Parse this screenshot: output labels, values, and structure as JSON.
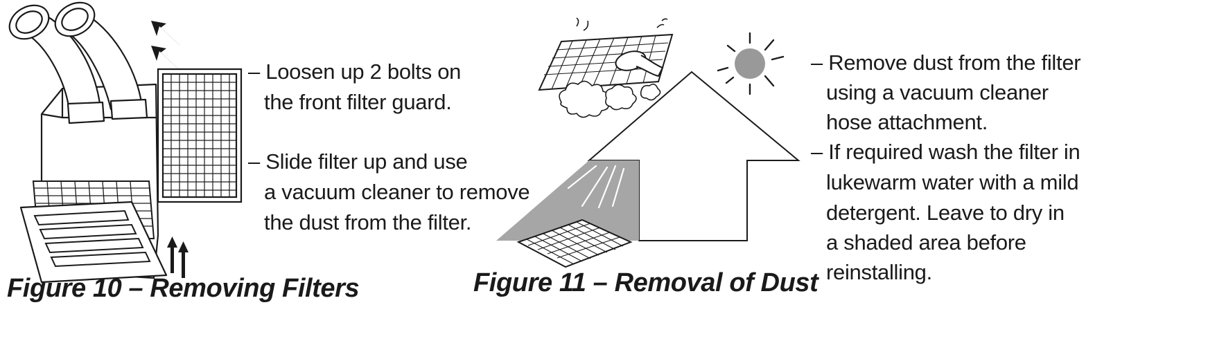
{
  "figure10": {
    "caption": "Figure 10 – Removing Filters",
    "instructions": [
      {
        "lines": [
          "– Loosen up 2 bolts on",
          "the front filter guard."
        ]
      },
      {
        "lines": [
          "– Slide filter up and use",
          "a vacuum cleaner to remove",
          "the dust from the filter."
        ]
      }
    ]
  },
  "figure11": {
    "caption": "Figure 11 – Removal of Dust",
    "instructions": [
      {
        "lines": [
          "– Remove dust from the filter",
          "using a vacuum cleaner",
          "hose attachment."
        ]
      },
      {
        "lines": [
          "– If required wash the filter in",
          "lukewarm water with a mild",
          "detergent. Leave to dry in",
          "a shaded area before",
          "reinstalling."
        ]
      }
    ]
  },
  "colors": {
    "ink": "#1a1a1a",
    "sun": "#999999",
    "shade": "#a6a6a6"
  }
}
